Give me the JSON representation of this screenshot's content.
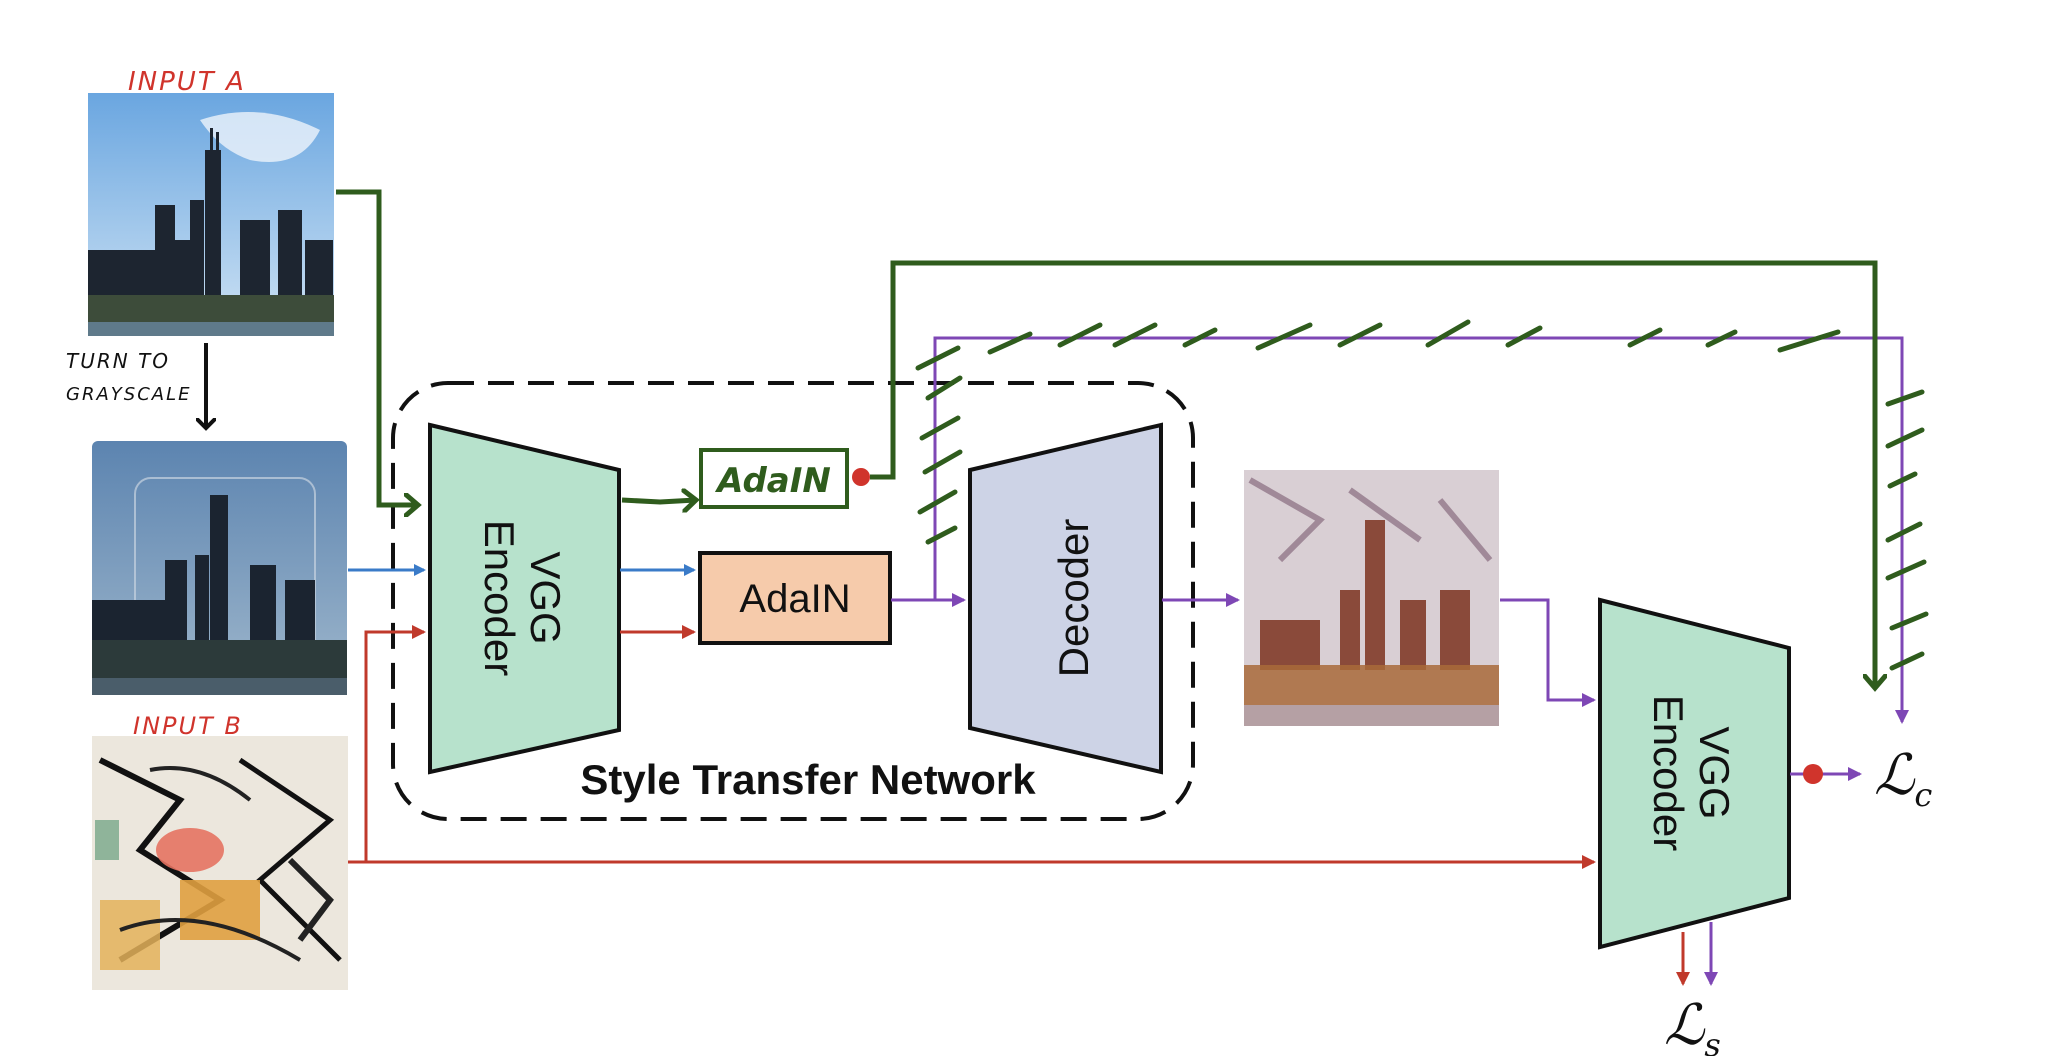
{
  "labels": {
    "input_a": "INPUT A",
    "input_b": "INPUT B",
    "turn_to_line1": "TURN TO",
    "turn_to_line2": "GRAYSCALE",
    "vgg_line1": "VGG",
    "vgg_line2": "Encoder",
    "adain": "AdaIN",
    "adain_hand": "AdaIN",
    "decoder": "Decoder",
    "network_title": "Style Transfer Network",
    "loss_c_symbol": "ℒ",
    "loss_c_sub": "c",
    "loss_s_symbol": "ℒ",
    "loss_s_sub": "s"
  },
  "colors": {
    "encoder_fill": "#b7e2cc",
    "decoder_fill": "#cdd3e6",
    "adain_fill": "#f6cbab",
    "hand_green": "#2f5c1d",
    "hand_red": "#d0342c",
    "arrow_blue": "#3a7bc8",
    "arrow_red": "#c0392b",
    "arrow_purple": "#7e47b5",
    "dot_red": "#d0342c"
  },
  "icons": {
    "input_a_image": "city-skyline-photo",
    "grayscale_image": "grayscale-skyline-photo",
    "input_b_image": "abstract-painting",
    "output_image": "stylized-skyline-output"
  }
}
